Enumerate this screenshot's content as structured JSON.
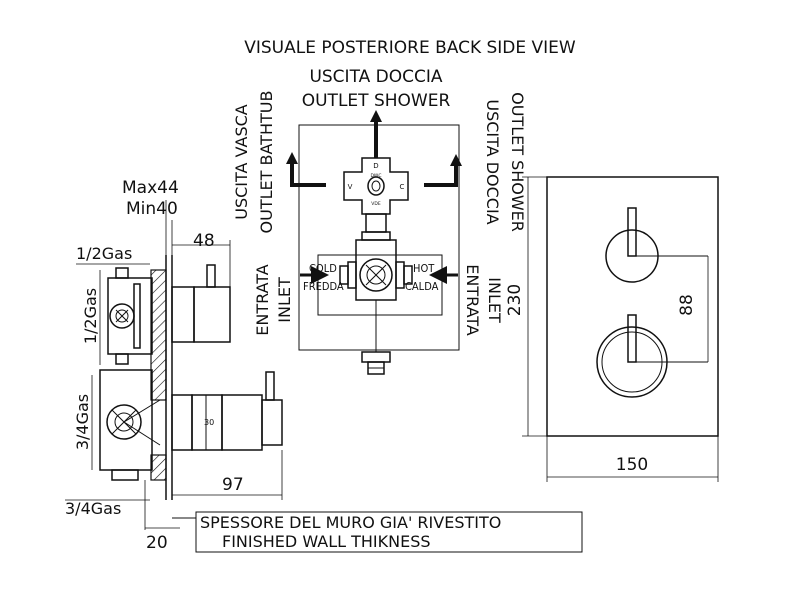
{
  "title": "VISUALE POSTERIORE  BACK SIDE VIEW",
  "outlets": {
    "shower_top_it": "USCITA DOCCIA",
    "shower_top_en": "OUTLET SHOWER",
    "bathtub_it": "USCITA VASCA",
    "bathtub_en": "OUTLET BATHTUB",
    "shower_right_it": "USCITA DOCCIA",
    "shower_right_en": "OUTLET SHOWER"
  },
  "inlets": {
    "left_it": "ENTRATA",
    "left_en": "INLET",
    "right_it": "ENTRATA",
    "right_en": "INLET",
    "cold_en": "COLD",
    "cold_it": "FREDDA",
    "hot_en": "HOT",
    "hot_it": "CALDA"
  },
  "diverter_marks": {
    "top": "D",
    "left": "V",
    "right": "C",
    "small_top": "DWC",
    "small_bottom": "VDE"
  },
  "side_view": {
    "max": "Max44",
    "min": "Min40",
    "d48": "48",
    "d97": "97",
    "d20": "20",
    "gas_top_1": "1/2Gas",
    "gas_top_2": "1/2Gas",
    "gas_bottom_1": "3/4Gas",
    "gas_bottom_2": "3/4Gas",
    "mark_30": "30"
  },
  "front_view": {
    "height": "230",
    "width": "150",
    "spacing": "88"
  },
  "wall_note": {
    "it": "SPESSORE DEL MURO GIA' RIVESTITO",
    "en": "FINISHED WALL THIKNESS"
  }
}
